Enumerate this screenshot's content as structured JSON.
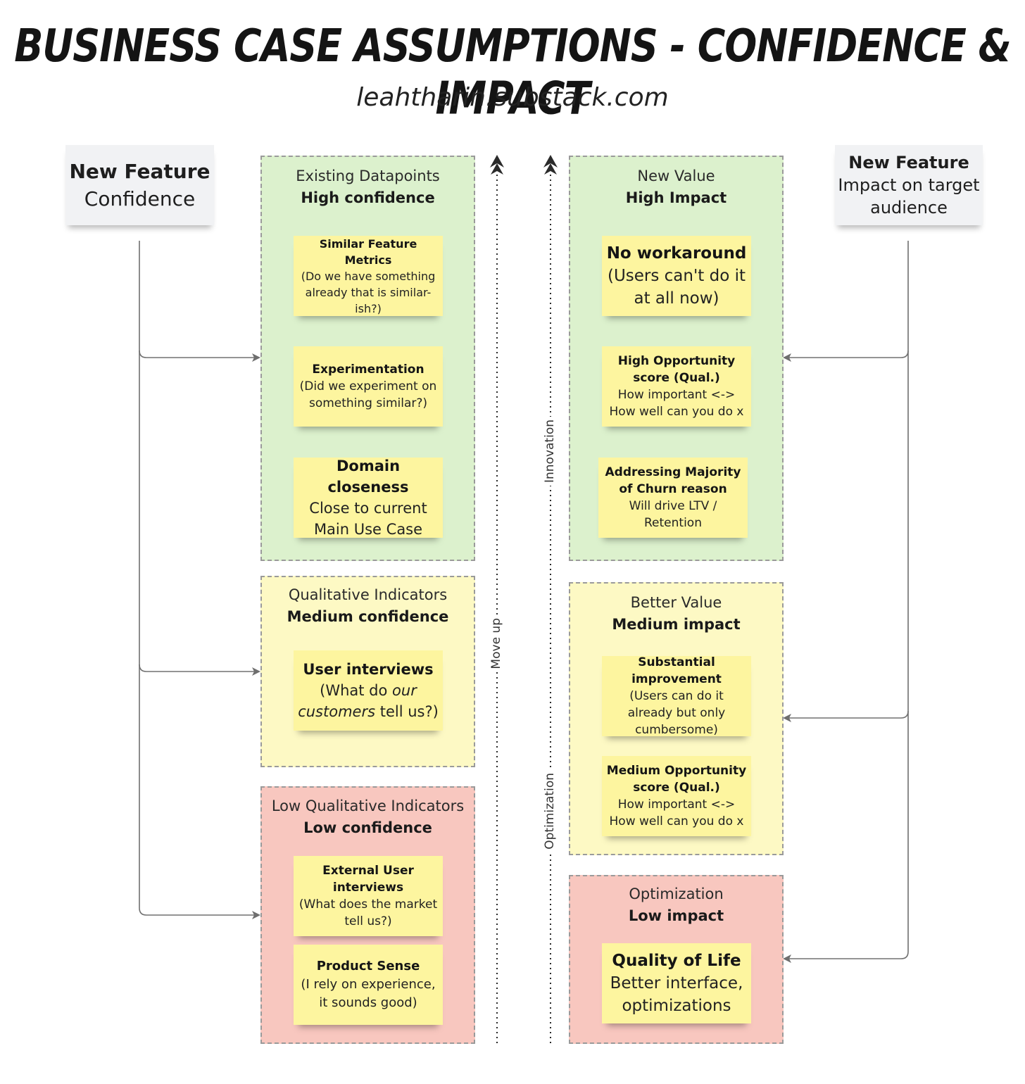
{
  "header": {
    "title": "Business Case Assumptions - Confidence & Impact",
    "subtitle": "leahtharin.substack.com"
  },
  "left_card": {
    "line1": "New Feature",
    "line2": "Confidence"
  },
  "right_card": {
    "line1": "New Feature",
    "line2": "Impact on target audience"
  },
  "axis": {
    "left_label": "Move up",
    "right_upper_label": "Innovation",
    "right_lower_label": "Optimization"
  },
  "confidence_zones": [
    {
      "title": "Existing Datapoints",
      "level": "High confidence",
      "color": "#dcf1cd",
      "notes": [
        {
          "heading": "Similar Feature Metrics",
          "body": "(Do we have something already that is similar-ish?)"
        },
        {
          "heading": "Experimentation",
          "body": "(Did we experiment on something similar?)"
        },
        {
          "heading": "Domain closeness",
          "body": "Close to current Main Use Case"
        }
      ]
    },
    {
      "title": "Qualitative Indicators",
      "level": "Medium confidence",
      "color": "#fdf9c4",
      "notes": [
        {
          "heading": "User interviews",
          "body_pre": "(What do ",
          "body_em1": "our",
          "body_mid": " ",
          "body_em2": "customers",
          "body_post": " tell us?)"
        }
      ]
    },
    {
      "title": "Low Qualitative Indicators",
      "level": "Low confidence",
      "color": "#f8c7bf",
      "notes": [
        {
          "heading": "External User interviews",
          "body": "(What does the market tell us?)"
        },
        {
          "heading": "Product Sense",
          "body": "(I rely on experience, it sounds good)"
        }
      ]
    }
  ],
  "impact_zones": [
    {
      "title": "New Value",
      "level": "High Impact",
      "color": "#dcf1cd",
      "notes": [
        {
          "heading": "No workaround",
          "body": "(Users can't do it at all now)"
        },
        {
          "heading": "High Opportunity score (Qual.)",
          "body1": "How important <->",
          "body2": "How well can you do x"
        },
        {
          "heading": "Addressing Majority of Churn reason",
          "body": "Will drive LTV / Retention"
        }
      ]
    },
    {
      "title": "Better Value",
      "level": "Medium impact",
      "color": "#fdf9c4",
      "notes": [
        {
          "heading": "Substantial improvement",
          "body": "(Users can do it already but only cumbersome)"
        },
        {
          "heading": "Medium Opportunity score (Qual.)",
          "body1": "How important <->",
          "body2": "How well can you do x"
        }
      ]
    },
    {
      "title": "Optimization",
      "level": "Low impact",
      "color": "#f8c7bf",
      "notes": [
        {
          "heading": "Quality of Life",
          "body": "Better interface, optimizations"
        }
      ]
    }
  ]
}
